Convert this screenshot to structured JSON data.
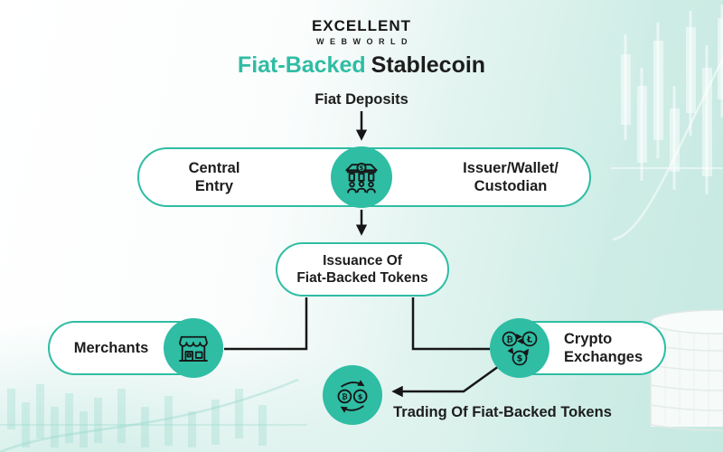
{
  "brand": {
    "name": "EXCELLENT",
    "tagline": "WEBWORLD"
  },
  "title": {
    "highlight": "Fiat-Backed",
    "rest": "Stablecoin"
  },
  "labels": {
    "fiat_deposits": "Fiat Deposits",
    "central_entry_line1": "Central",
    "central_entry_line2": "Entry",
    "issuer_line1": "Issuer/Wallet/",
    "issuer_line2": "Custodian",
    "issuance_line1": "Issuance Of",
    "issuance_line2": "Fiat-Backed Tokens",
    "merchants": "Merchants",
    "crypto_line1": "Crypto",
    "crypto_line2": "Exchanges",
    "trading": "Trading Of Fiat-Backed Tokens"
  },
  "icons": {
    "bank": "bank-building-with-people-icon",
    "merchants": "storefront-icon",
    "crypto": "crypto-currency-exchange-triangle-icon",
    "trading": "bitcoin-dollar-exchange-cycle-icon",
    "symbols": {
      "bitcoin": "₿",
      "litecoin": "Ł",
      "dollar": "$"
    }
  },
  "colors": {
    "accent": "#2FBDA4",
    "text-dark": "#1D1D1D",
    "line": "#161616",
    "pill-bg": "#FFFFFF"
  }
}
